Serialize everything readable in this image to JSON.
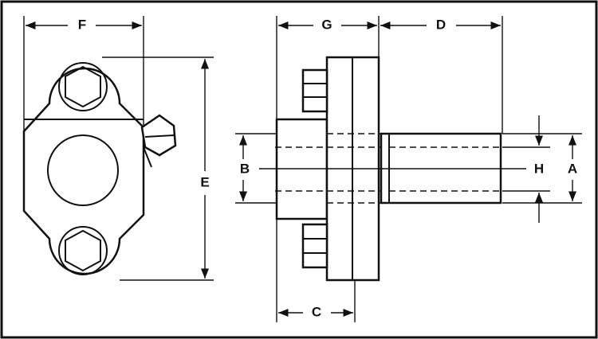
{
  "labels": {
    "F": "F",
    "G": "G",
    "D": "D",
    "E": "E",
    "B": "B",
    "H": "H",
    "A": "A",
    "C": "C"
  },
  "colors": {
    "line": "#111111",
    "background": "#ffffff"
  }
}
